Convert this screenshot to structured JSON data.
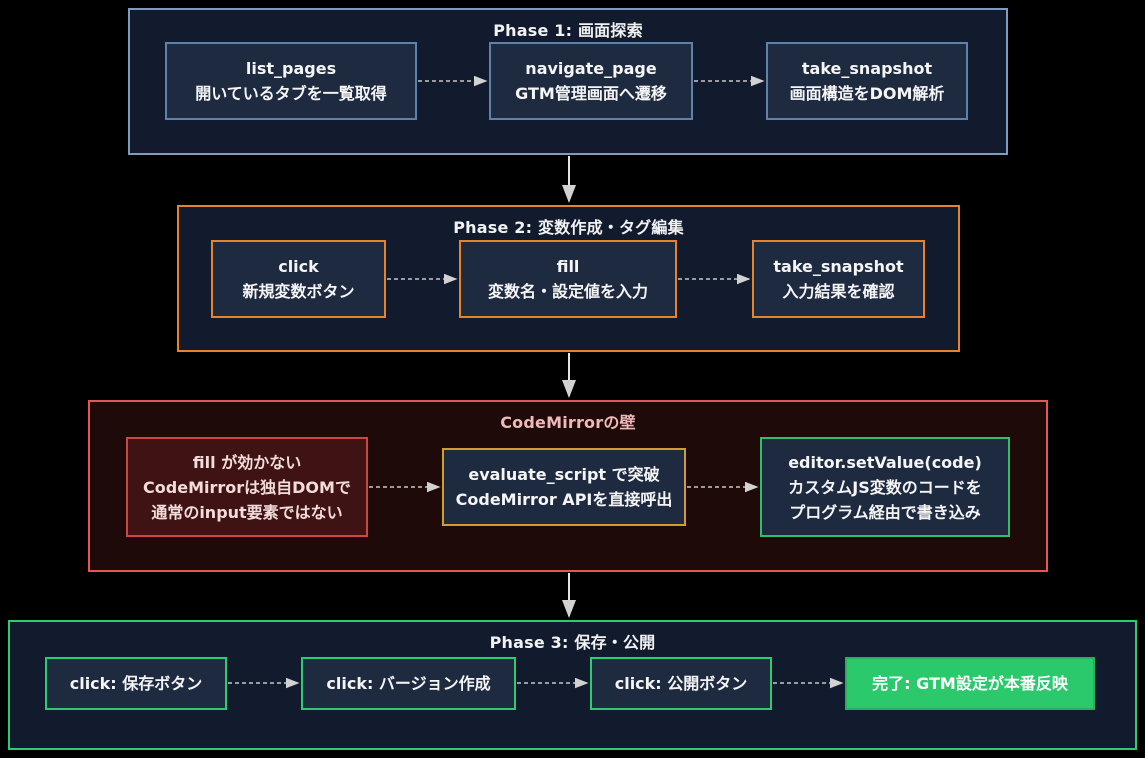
{
  "colors": {
    "background": "#000000",
    "phase1_accent": "#7d9cc0",
    "phase2_accent": "#e8832d",
    "codemirror_accent": "#e45757",
    "codemirror_warning_fill": "#3f1313",
    "evaluate_accent": "#d29c2f",
    "solution_accent": "#2fbf6b",
    "phase3_accent": "#2ecc71",
    "success_fill": "#2bc96c",
    "arrow": "#c8c8c8"
  },
  "phases": [
    {
      "id": "phase1",
      "title": "Phase 1: 画面探索",
      "nodes": [
        {
          "lines": [
            "list_pages",
            "開いているタブを一覧取得"
          ]
        },
        {
          "lines": [
            "navigate_page",
            "GTM管理画面へ遷移"
          ]
        },
        {
          "lines": [
            "take_snapshot",
            "画面構造をDOM解析"
          ]
        }
      ]
    },
    {
      "id": "phase2",
      "title": "Phase 2: 変数作成・タグ編集",
      "nodes": [
        {
          "lines": [
            "click",
            "新規変数ボタン"
          ]
        },
        {
          "lines": [
            "fill",
            "変数名・設定値を入力"
          ]
        },
        {
          "lines": [
            "take_snapshot",
            "入力結果を確認"
          ]
        }
      ]
    },
    {
      "id": "codemirror",
      "title": "CodeMirrorの壁",
      "nodes": [
        {
          "lines": [
            "fill が効かない",
            "CodeMirrorは独自DOMで",
            "通常のinput要素ではない"
          ]
        },
        {
          "lines": [
            "evaluate_script で突破",
            "CodeMirror APIを直接呼出"
          ]
        },
        {
          "lines": [
            "editor.setValue(code)",
            "カスタムJS変数のコードを",
            "プログラム経由で書き込み"
          ]
        }
      ]
    },
    {
      "id": "phase3",
      "title": "Phase 3: 保存・公開",
      "nodes": [
        {
          "lines": [
            "click: 保存ボタン"
          ]
        },
        {
          "lines": [
            "click: バージョン作成"
          ]
        },
        {
          "lines": [
            "click: 公開ボタン"
          ]
        },
        {
          "lines": [
            "完了: GTM設定が本番反映"
          ]
        }
      ]
    }
  ]
}
